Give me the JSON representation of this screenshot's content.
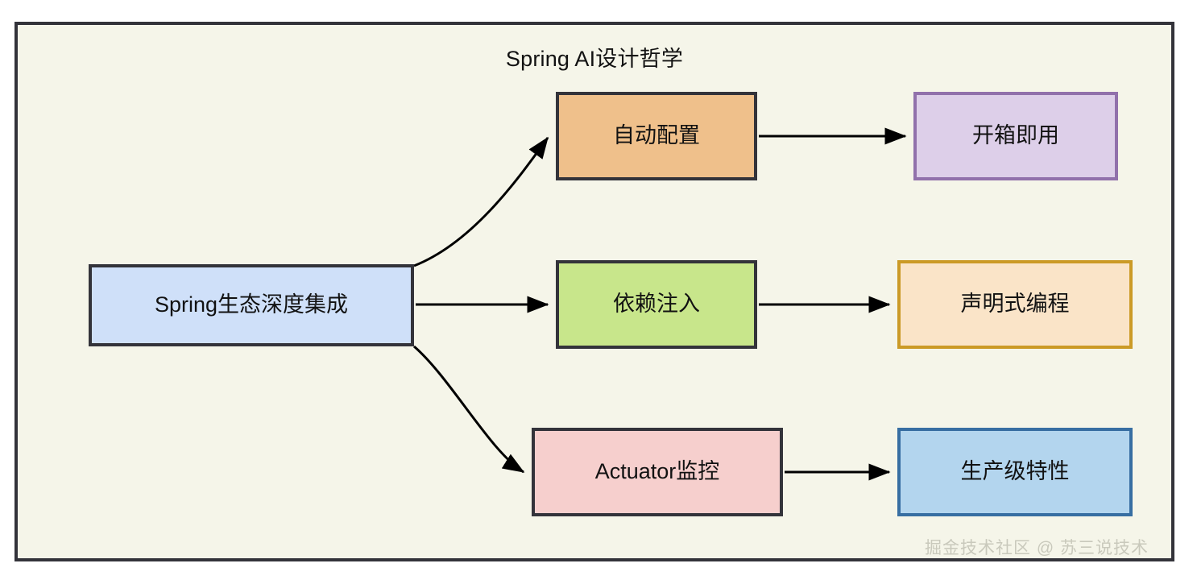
{
  "diagram": {
    "title": "Spring AI设计哲学",
    "type": "flowchart",
    "direction": "left-to-right",
    "background_color": "#f5f5e9",
    "frame_border_color": "#33333a",
    "nodes": [
      {
        "id": "root",
        "label": "Spring生态深度集成",
        "fill": "#cfe0f9",
        "stroke": "#33333a"
      },
      {
        "id": "autoconfig",
        "label": "自动配置",
        "fill": "#efc08b",
        "stroke": "#33333a"
      },
      {
        "id": "outofbox",
        "label": "开箱即用",
        "fill": "#ddcfe9",
        "stroke": "#9171ab"
      },
      {
        "id": "di",
        "label": "依赖注入",
        "fill": "#c8e68b",
        "stroke": "#33333a"
      },
      {
        "id": "declarative",
        "label": "声明式编程",
        "fill": "#fae4c8",
        "stroke": "#cb9a26"
      },
      {
        "id": "actuator",
        "label": "Actuator监控",
        "fill": "#f6cfcd",
        "stroke": "#33333a"
      },
      {
        "id": "production",
        "label": "生产级特性",
        "fill": "#b3d5ee",
        "stroke": "#376ea2"
      }
    ],
    "edges": [
      {
        "from": "root",
        "to": "autoconfig",
        "style": "curved",
        "label": ""
      },
      {
        "from": "root",
        "to": "di",
        "style": "straight",
        "label": ""
      },
      {
        "from": "root",
        "to": "actuator",
        "style": "curved",
        "label": ""
      },
      {
        "from": "autoconfig",
        "to": "outofbox",
        "style": "straight",
        "label": ""
      },
      {
        "from": "di",
        "to": "declarative",
        "style": "straight",
        "label": ""
      },
      {
        "from": "actuator",
        "to": "production",
        "style": "straight",
        "label": ""
      }
    ],
    "watermark": "掘金技术社区 @ 苏三说技术"
  }
}
